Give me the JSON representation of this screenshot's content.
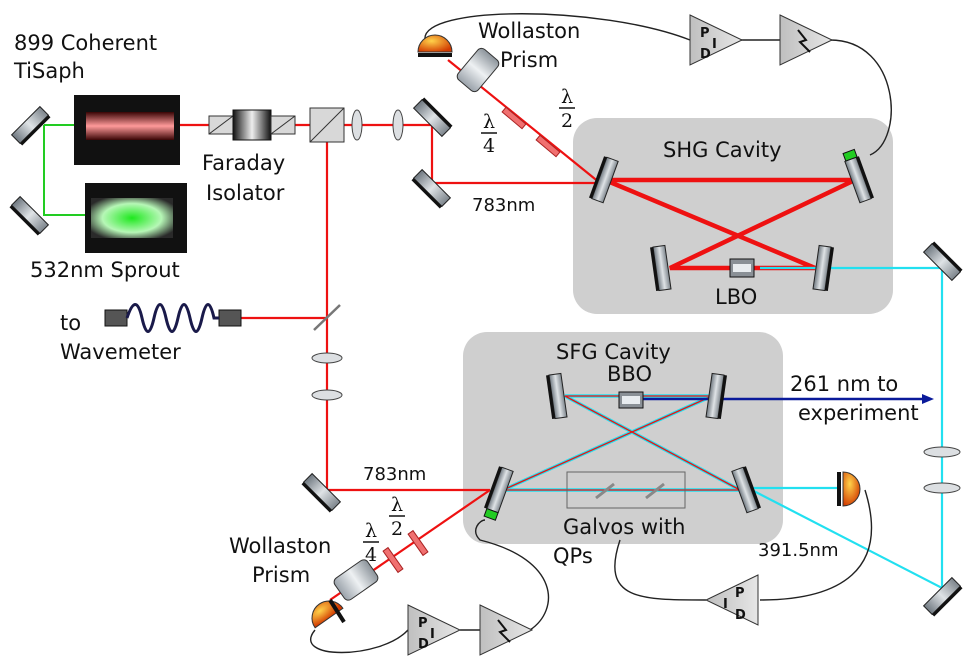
{
  "colors": {
    "fundamental": "#ee1111",
    "uv_blue_green": "#22e0f0",
    "uv_out": "#0a1a9a",
    "cavity_box": "#cfcfcf",
    "mirror": "#9da5ad",
    "laser_green": "#22cc22"
  },
  "labels": {
    "laser_title_1": "899 Coherent",
    "laser_title_2": "TiSaph",
    "faraday_1": "Faraday",
    "faraday_2": "Isolator",
    "sprout": "532nm Sprout",
    "wavemeter_1": "to",
    "wavemeter_2": "Wavemeter",
    "wollaston_top_1": "Wollaston",
    "wollaston_top_2": "Prism",
    "wavelength_top": "783nm",
    "shg_title": "SHG Cavity",
    "lbo": "LBO",
    "sfg_title": "SFG Cavity",
    "bbo": "BBO",
    "output_1": "261 nm to",
    "output_2": "experiment",
    "wavelength_bottom": "783nm",
    "galvos_1": "Galvos with",
    "galvos_2": "QPs",
    "wavelength_uv": "391.5nm",
    "wollaston_bot_1": "Wollaston",
    "wollaston_bot_2": "Prism"
  },
  "waveplates": {
    "quarter_num": "λ",
    "quarter_den": "4",
    "half_num": "λ",
    "half_den": "2"
  },
  "pdi": {
    "p": "P",
    "d": "D",
    "i": "I"
  }
}
